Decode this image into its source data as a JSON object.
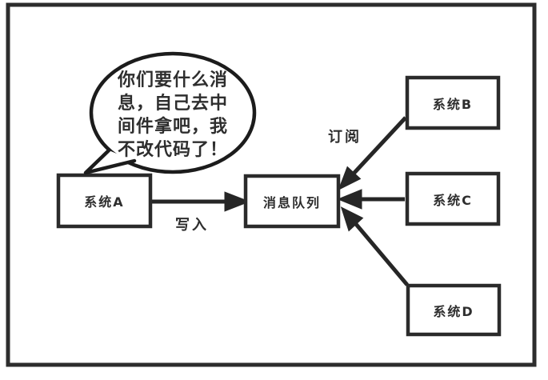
{
  "diagram": {
    "title_context": "message-queue-architecture",
    "bubble": {
      "text": "你们要什么消\n息，自己去中\n间件拿吧，我\n不改代码了！"
    },
    "nodes": {
      "system_a": {
        "label": "系统A"
      },
      "message_queue": {
        "label": "消息队列"
      },
      "system_b": {
        "label": "系统B"
      },
      "system_c": {
        "label": "系统C"
      },
      "system_d": {
        "label": "系统D"
      }
    },
    "edges": {
      "write": {
        "label": "写入",
        "from": "系统A",
        "to": "消息队列"
      },
      "subscribe": {
        "label": "订阅",
        "from": "系统B",
        "to": "消息队列"
      },
      "subscribe_c": {
        "from": "系统C",
        "to": "消息队列"
      },
      "subscribe_d": {
        "from": "系统D",
        "to": "消息队列"
      }
    },
    "colors": {
      "frame_stroke": "#2d2d2d",
      "box_stroke": "#2b2b2b",
      "arrow": "#262626",
      "bubble_stroke": "#1c1c1c",
      "text": "#2e2e2e",
      "background": "#ffffff"
    }
  }
}
